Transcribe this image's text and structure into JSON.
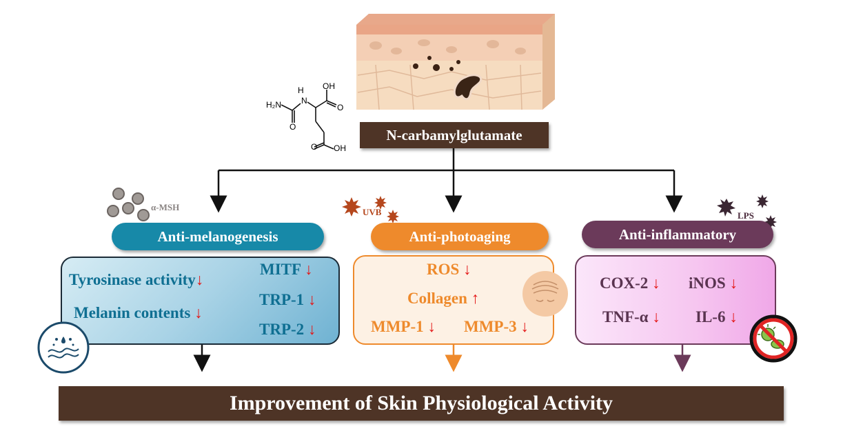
{
  "center": {
    "compound": "N-carbamylglutamate",
    "molecule_labels": {
      "oh_top": "OH",
      "nh": "H",
      "n": "N",
      "h2n": "H₂N",
      "o_left": "O",
      "o_right": "O",
      "o_bottom": "O",
      "oh_bottom": "OH"
    }
  },
  "branches": [
    {
      "title": "Anti-melanogenesis",
      "stimulus": "α-MSH",
      "color": "#1789a8",
      "items": [
        {
          "text": "Tyrosinase activity",
          "arrow": "↓"
        },
        {
          "text": "Melanin contents",
          "arrow": "↓"
        },
        {
          "text": "MITF",
          "arrow": "↓"
        },
        {
          "text": "TRP-1",
          "arrow": "↓"
        },
        {
          "text": "TRP-2",
          "arrow": "↓"
        }
      ]
    },
    {
      "title": "Anti-photoaging",
      "stimulus": "UVB",
      "color": "#ee8a2c",
      "items": [
        {
          "text": "ROS",
          "arrow": "↓"
        },
        {
          "text": "Collagen",
          "arrow": "↑"
        },
        {
          "text": "MMP-1",
          "arrow": "↓"
        },
        {
          "text": "MMP-3",
          "arrow": "↓"
        }
      ]
    },
    {
      "title": "Anti-inflammatory",
      "stimulus": "LPS",
      "color": "#6b3a5a",
      "items": [
        {
          "text": "COX-2",
          "arrow": "↓"
        },
        {
          "text": "iNOS",
          "arrow": "↓"
        },
        {
          "text": "TNF-α",
          "arrow": "↓"
        },
        {
          "text": "IL-6",
          "arrow": "↓"
        }
      ]
    }
  ],
  "outcome": "Improvement of Skin Physiological Activity",
  "icons": [
    "skin-layers-icon",
    "molecule-structure-icon",
    "melanin-granules-icon",
    "uvb-burst-icon",
    "lps-burst-icon",
    "skin-moisture-icon",
    "wrinkle-face-icon",
    "no-bacteria-icon"
  ]
}
